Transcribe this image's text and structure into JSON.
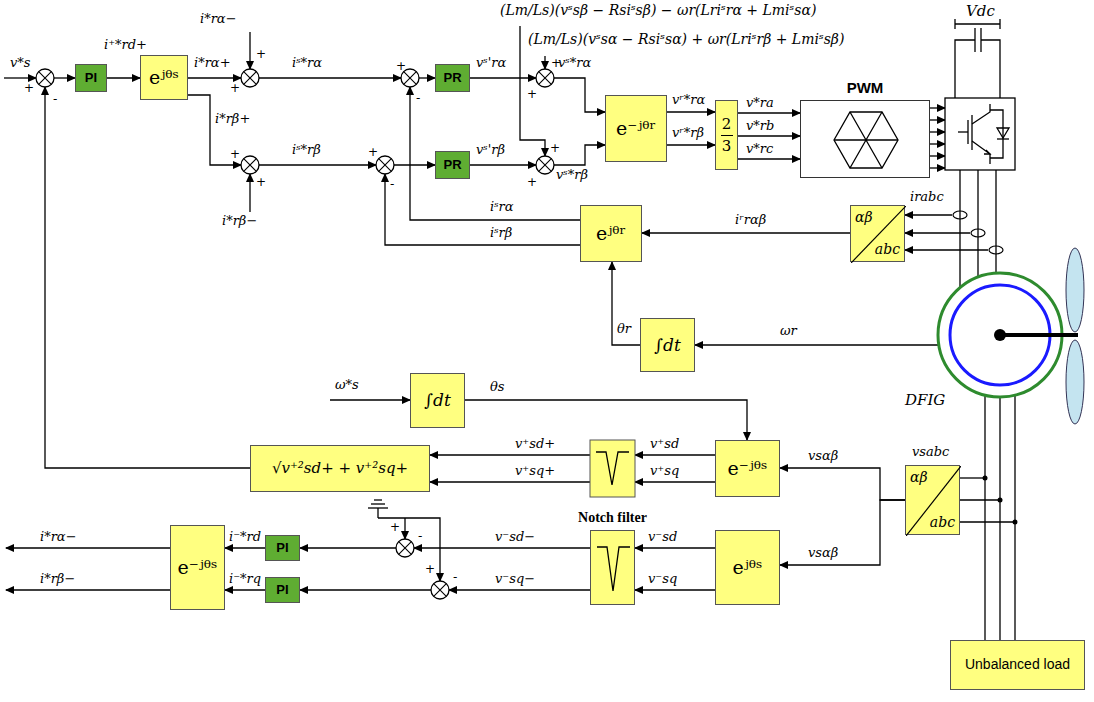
{
  "diagram": {
    "nodes": [
      {
        "text": [
          "PI"
        ]
      },
      {
        "text": [
          "eʲᶿˢ"
        ]
      },
      {
        "text": [
          "PR"
        ]
      },
      {
        "text": [
          "PR"
        ]
      },
      {
        "text": [
          "e⁻ʲᶿʳ"
        ]
      },
      {
        "text": [
          "2",
          "3"
        ]
      },
      {
        "text": [
          "PWM"
        ]
      },
      {
        "text": [
          "eʲᶿʳ"
        ]
      },
      {
        "text": [
          "αβ",
          "abc"
        ]
      },
      {
        "text": [
          "∫dt"
        ]
      },
      {
        "text": [
          "∫dt"
        ]
      },
      {
        "text": [
          "e⁻ʲᶿˢ"
        ]
      },
      {
        "text": [
          "√v⁺²sd+ + v⁺²sq+"
        ]
      },
      {
        "text": [
          "eʲᶿˢ"
        ]
      },
      {
        "text": [
          "αβ",
          "abc"
        ]
      },
      {
        "text": [
          "Notch filter"
        ]
      },
      {
        "text": [
          "PI"
        ]
      },
      {
        "text": [
          "PI"
        ]
      },
      {
        "text": [
          "e⁻ʲᶿˢ"
        ]
      },
      {
        "text": [
          "Unbalanced load"
        ]
      }
    ],
    "edges": [
      {
        "from": 0,
        "to": 1,
        "label": "i⁺*rd+",
        "arrow": "to"
      },
      {
        "from": 4,
        "to": 5,
        "label": "vʳ*rα",
        "arrow": "to"
      },
      {
        "from": 4,
        "to": 5,
        "label": "vʳ*rβ",
        "arrow": "to"
      },
      {
        "from": 5,
        "to": 6,
        "label": "v*ra",
        "arrow": "to"
      },
      {
        "from": 5,
        "to": 6,
        "label": "v*rb",
        "arrow": "to"
      },
      {
        "from": 5,
        "to": 6,
        "label": "v*rc",
        "arrow": "to"
      },
      {
        "from": 8,
        "to": 7,
        "label": "iʳrαβ",
        "arrow": "to"
      },
      {
        "from": 9,
        "to": 7,
        "label": "θr",
        "arrow": "to"
      },
      {
        "from": 10,
        "to": 11,
        "label": "θs",
        "arrow": "to"
      },
      {
        "from": 14,
        "to": 11,
        "label": "vsαβ",
        "arrow": "to"
      },
      {
        "from": 14,
        "to": 13,
        "label": "vsαβ",
        "arrow": "to"
      },
      {
        "from": 13,
        "to": 15,
        "label": "v⁻sd",
        "arrow": "to"
      },
      {
        "from": 13,
        "to": 15,
        "label": "v⁻sq",
        "arrow": "to"
      },
      {
        "from": 16,
        "to": 18,
        "label": "i⁻*rd",
        "arrow": "to"
      },
      {
        "from": 17,
        "to": 18,
        "label": "i⁻*rq",
        "arrow": "to"
      }
    ],
    "labels": [
      "v*s",
      "+",
      "-",
      "i*rα+",
      "i*rβ+",
      "i*rα−",
      "+",
      "+",
      "i*rβ−",
      "+",
      "+",
      "iˢ*rα",
      "iˢ*rβ",
      "+",
      "-",
      "+",
      "-",
      "vˢ'rα",
      "vˢ'rβ",
      "(Lm/Ls)(vˢsβ − Rsiˢsβ) − ωr(Lriˢrα + Lmiˢsα)",
      "(Lm/Ls)(vˢsα − Rsiˢsα) + ωr(Lriˢrβ + Lmiˢsβ)",
      "+",
      "+",
      "+",
      "+",
      "vˢ*rα",
      "vˢ*rβ",
      "Vdc",
      "irabc",
      "iˢrα",
      "iˢrβ",
      "ωr",
      "DFIG",
      "ω*s",
      "v⁺sd",
      "v⁺sq",
      "v⁺sd+",
      "v⁺sq+",
      "vsabc",
      "v⁻sd−",
      "v⁻sq−",
      "+",
      "-",
      "+",
      "-",
      "i*rα−",
      "i*rβ−"
    ]
  }
}
